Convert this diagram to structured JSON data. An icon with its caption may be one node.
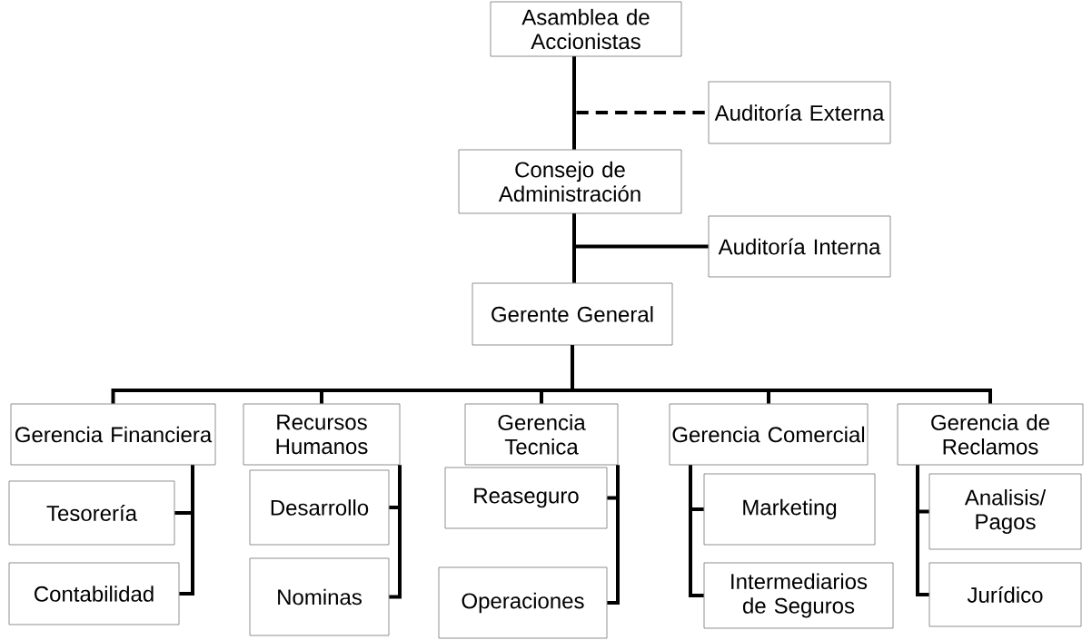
{
  "diagram": {
    "nodes": [
      {
        "text": [
          "Asamblea de Accionistas"
        ]
      },
      {
        "text": [
          "Auditoría Externa"
        ]
      },
      {
        "text": [
          "Consejo de Administración"
        ]
      },
      {
        "text": [
          "Auditoría Interna"
        ]
      },
      {
        "text": [
          "Gerente General"
        ]
      },
      {
        "text": [
          "Gerencia Financiera"
        ]
      },
      {
        "text": [
          "Recursos Humanos"
        ]
      },
      {
        "text": [
          "Gerencia Tecnica"
        ]
      },
      {
        "text": [
          "Gerencia Comercial"
        ]
      },
      {
        "text": [
          "Gerencia de Reclamos"
        ]
      },
      {
        "text": [
          "Tesorería"
        ]
      },
      {
        "text": [
          "Contabilidad"
        ]
      },
      {
        "text": [
          "Desarrollo"
        ]
      },
      {
        "text": [
          "Nominas"
        ]
      },
      {
        "text": [
          "Reaseguro"
        ]
      },
      {
        "text": [
          "Operaciones"
        ]
      },
      {
        "text": [
          "Marketing"
        ]
      },
      {
        "text": [
          "Intermediarios de Seguros"
        ]
      },
      {
        "text": [
          "Analisis/ Pagos"
        ]
      },
      {
        "text": [
          "Jurídico"
        ]
      }
    ],
    "edges": [
      {
        "from": 0,
        "to": 2,
        "arrow": "none"
      },
      {
        "from": 0,
        "to": 1,
        "arrow": "none",
        "style": "dashed"
      },
      {
        "from": 2,
        "to": 3,
        "arrow": "none"
      },
      {
        "from": 2,
        "to": 4,
        "arrow": "none"
      },
      {
        "from": 4,
        "to": 5,
        "arrow": "none"
      },
      {
        "from": 4,
        "to": 6,
        "arrow": "none"
      },
      {
        "from": 4,
        "to": 7,
        "arrow": "none"
      },
      {
        "from": 4,
        "to": 8,
        "arrow": "none"
      },
      {
        "from": 4,
        "to": 9,
        "arrow": "none"
      },
      {
        "from": 5,
        "to": 10,
        "arrow": "none"
      },
      {
        "from": 5,
        "to": 11,
        "arrow": "none"
      },
      {
        "from": 6,
        "to": 12,
        "arrow": "none"
      },
      {
        "from": 6,
        "to": 13,
        "arrow": "none"
      },
      {
        "from": 7,
        "to": 14,
        "arrow": "none"
      },
      {
        "from": 7,
        "to": 15,
        "arrow": "none"
      },
      {
        "from": 8,
        "to": 16,
        "arrow": "none"
      },
      {
        "from": 8,
        "to": 17,
        "arrow": "none"
      },
      {
        "from": 9,
        "to": 18,
        "arrow": "none"
      },
      {
        "from": 9,
        "to": 19,
        "arrow": "none"
      }
    ]
  }
}
